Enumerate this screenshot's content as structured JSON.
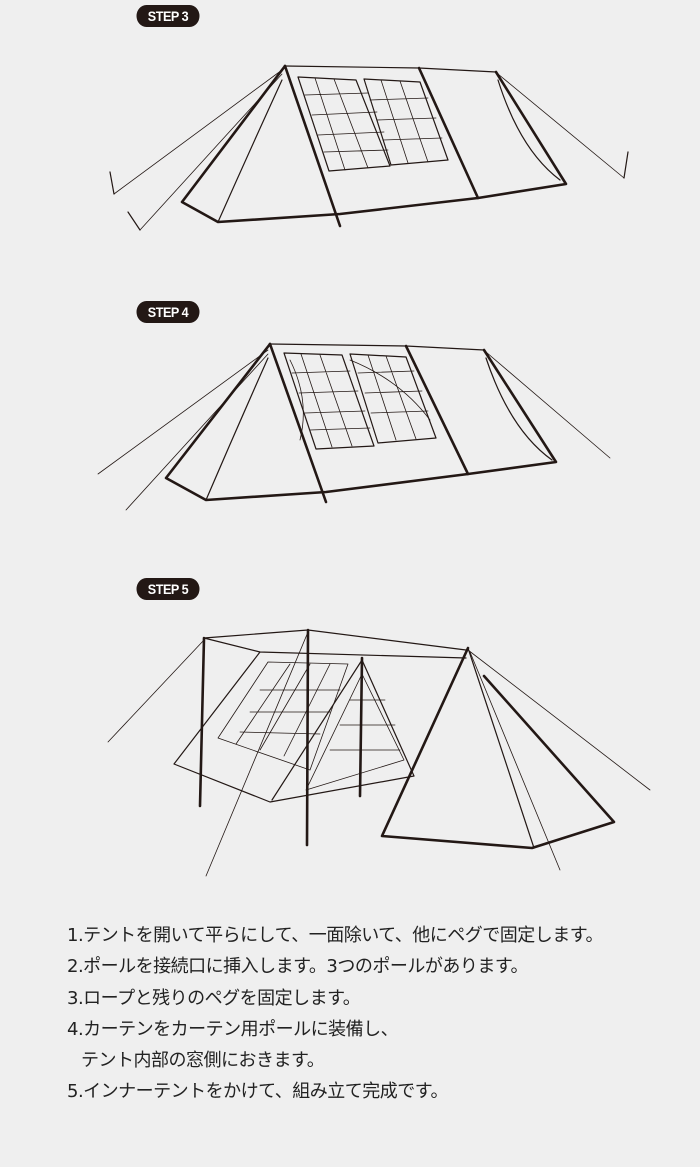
{
  "steps": [
    {
      "badge": "STEP 3"
    },
    {
      "badge": "STEP 4"
    },
    {
      "badge": "STEP 5"
    }
  ],
  "instructions": [
    "1.テントを開いて平らにして、一面除いて、他にペグで固定します。",
    "2.ポールを接続口に挿入します。3つのポールがあります。",
    "3.ロープと残りのペグを固定します。",
    "4.カーテンをカーテン用ポールに装備し、",
    "テント内部の窓側におきます。",
    "5.インナーテントをかけて、組み立て完成です。"
  ],
  "colors": {
    "badge": "#231815",
    "background": "#efefef"
  }
}
